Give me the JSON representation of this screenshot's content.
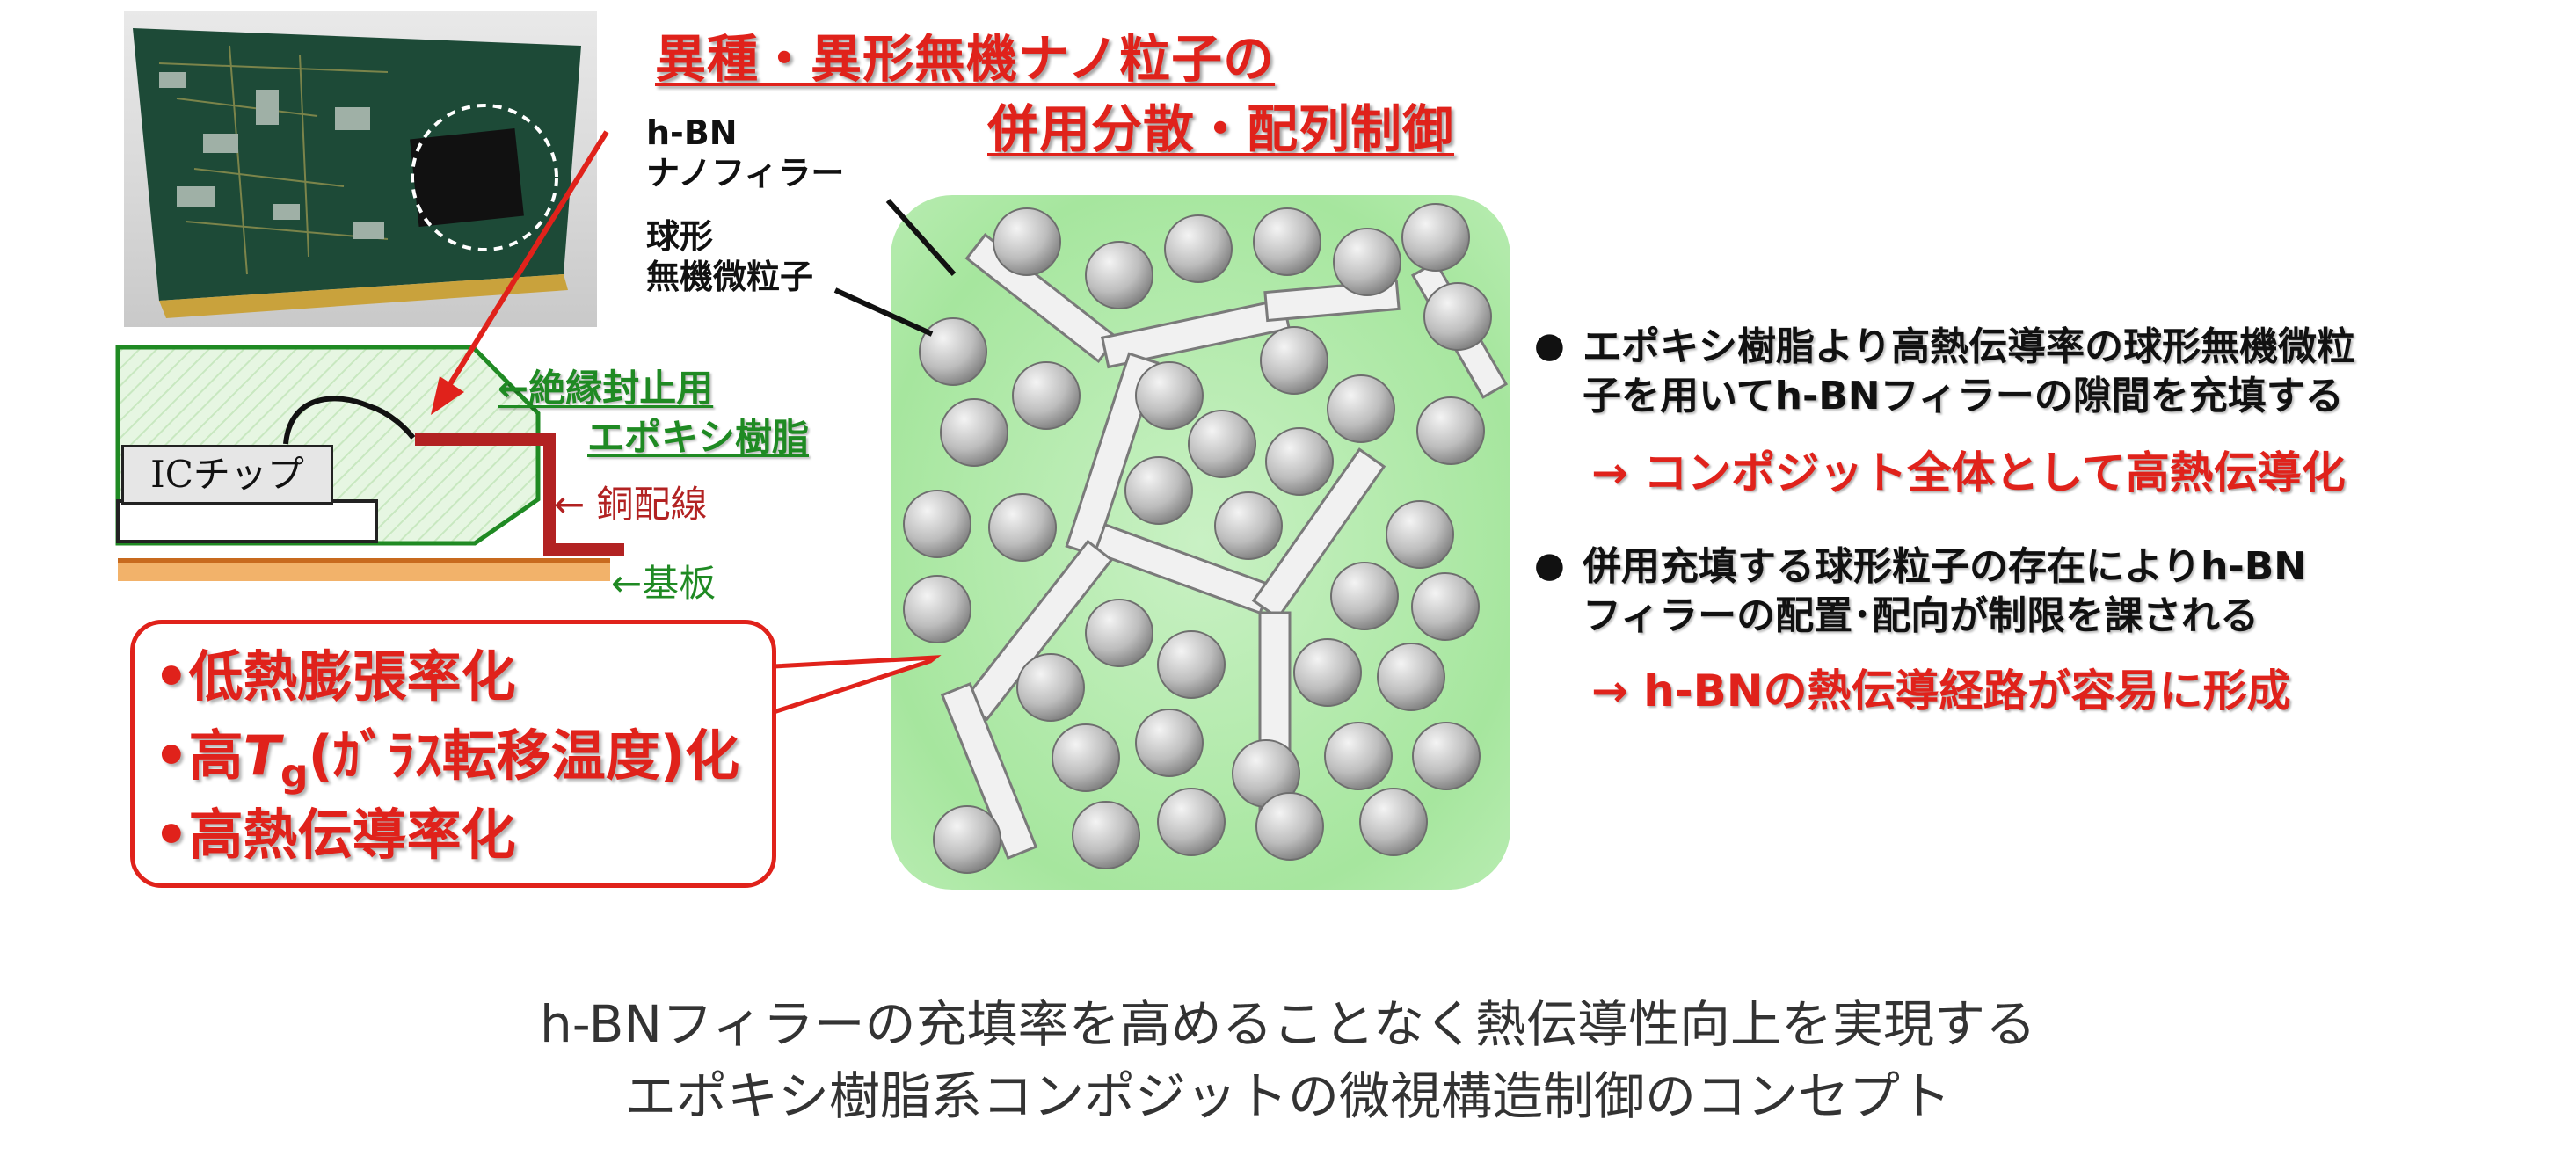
{
  "title": {
    "line1": "異種・異形無機ナノ粒子の",
    "line2": "併用分散・配列制御"
  },
  "labels": {
    "hbn_line1": "h-BN",
    "hbn_line2": "ナノフィラー",
    "sphere_line1": "球形",
    "sphere_line2": "無機微粒子"
  },
  "package": {
    "insulating_line1": "←絶縁封止用",
    "insulating_line2": "エポキシ樹脂",
    "copper": "← 銅配線",
    "substrate": "←基板",
    "chip": "ICチップ"
  },
  "callout": {
    "item1": "•低熱膨張率化",
    "item2_prefix": "•高",
    "item2_T": "T",
    "item2_sub": "g",
    "item2_suffix": "(ｶﾞﾗｽ転移温度)化",
    "item3": "•高熱伝導率化"
  },
  "bullets": [
    {
      "dot": "●",
      "line1": "エポキシ樹脂より高熱伝導率の球形無機微粒",
      "line2": "子を用いてh-BNフィラーの隙間を充填する",
      "result": "→ コンポジット全体として高熱伝導化"
    },
    {
      "dot": "●",
      "line1": "併用充填する球形粒子の存在によりh-BN",
      "line2": "フィラーの配置･配向が制限を課される",
      "result": "→ h-BNの熱伝導経路が容易に形成"
    }
  ],
  "caption": {
    "line1": "h-BNフィラーの充填率を高めることなく熱伝導性向上を実現する",
    "line2": "エポキシ樹脂系コンポジットの微視構造制御のコンセプト"
  },
  "colors": {
    "accent_red": "#e0221b",
    "green": "#1f8a23",
    "copper": "#b22222",
    "composite_bg": "#9fe39f"
  }
}
